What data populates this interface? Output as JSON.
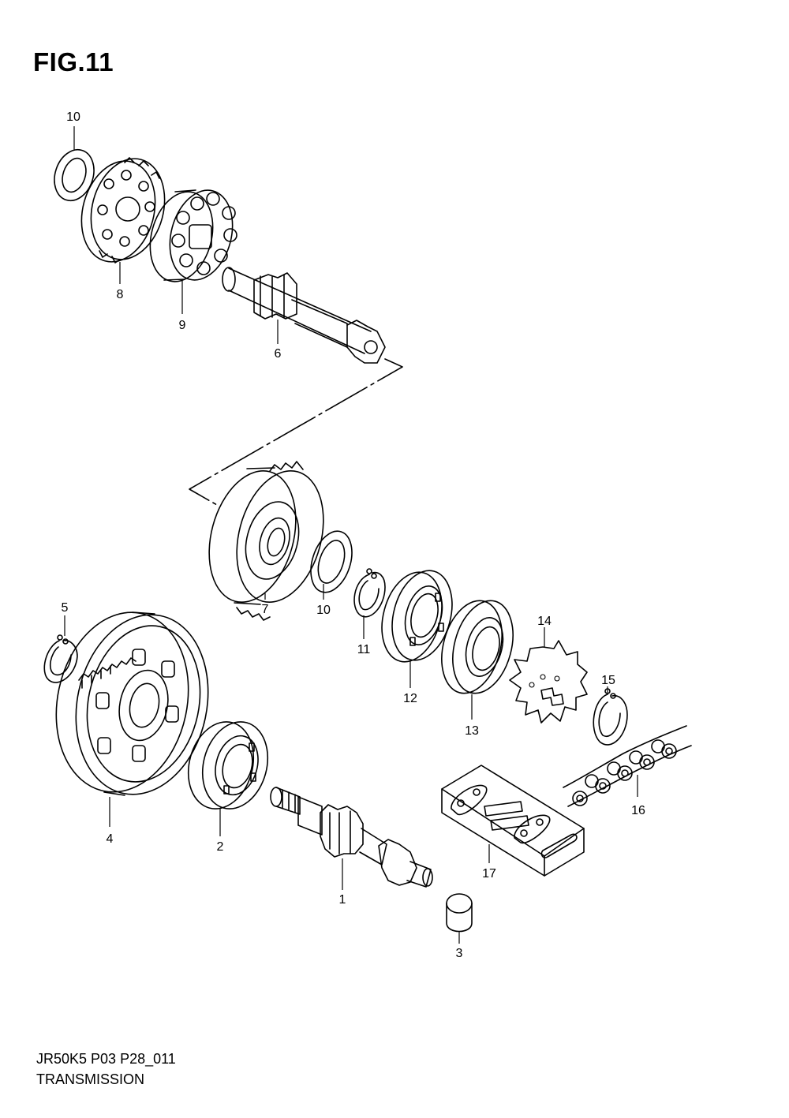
{
  "figure": {
    "title": "FIG.11",
    "model_code": "JR50K5 P03 P28_011",
    "section_name": "TRANSMISSION"
  },
  "callouts": [
    {
      "id": "c10a",
      "label": "10"
    },
    {
      "id": "c8",
      "label": "8"
    },
    {
      "id": "c9",
      "label": "9"
    },
    {
      "id": "c6",
      "label": "6"
    },
    {
      "id": "c7",
      "label": "7"
    },
    {
      "id": "c10b",
      "label": "10"
    },
    {
      "id": "c11",
      "label": "11"
    },
    {
      "id": "c12",
      "label": "12"
    },
    {
      "id": "c13",
      "label": "13"
    },
    {
      "id": "c14",
      "label": "14"
    },
    {
      "id": "c15",
      "label": "15"
    },
    {
      "id": "c16",
      "label": "16"
    },
    {
      "id": "c5",
      "label": "5"
    },
    {
      "id": "c4",
      "label": "4"
    },
    {
      "id": "c2",
      "label": "2"
    },
    {
      "id": "c1",
      "label": "1"
    },
    {
      "id": "c17",
      "label": "17"
    },
    {
      "id": "c3",
      "label": "3"
    }
  ]
}
